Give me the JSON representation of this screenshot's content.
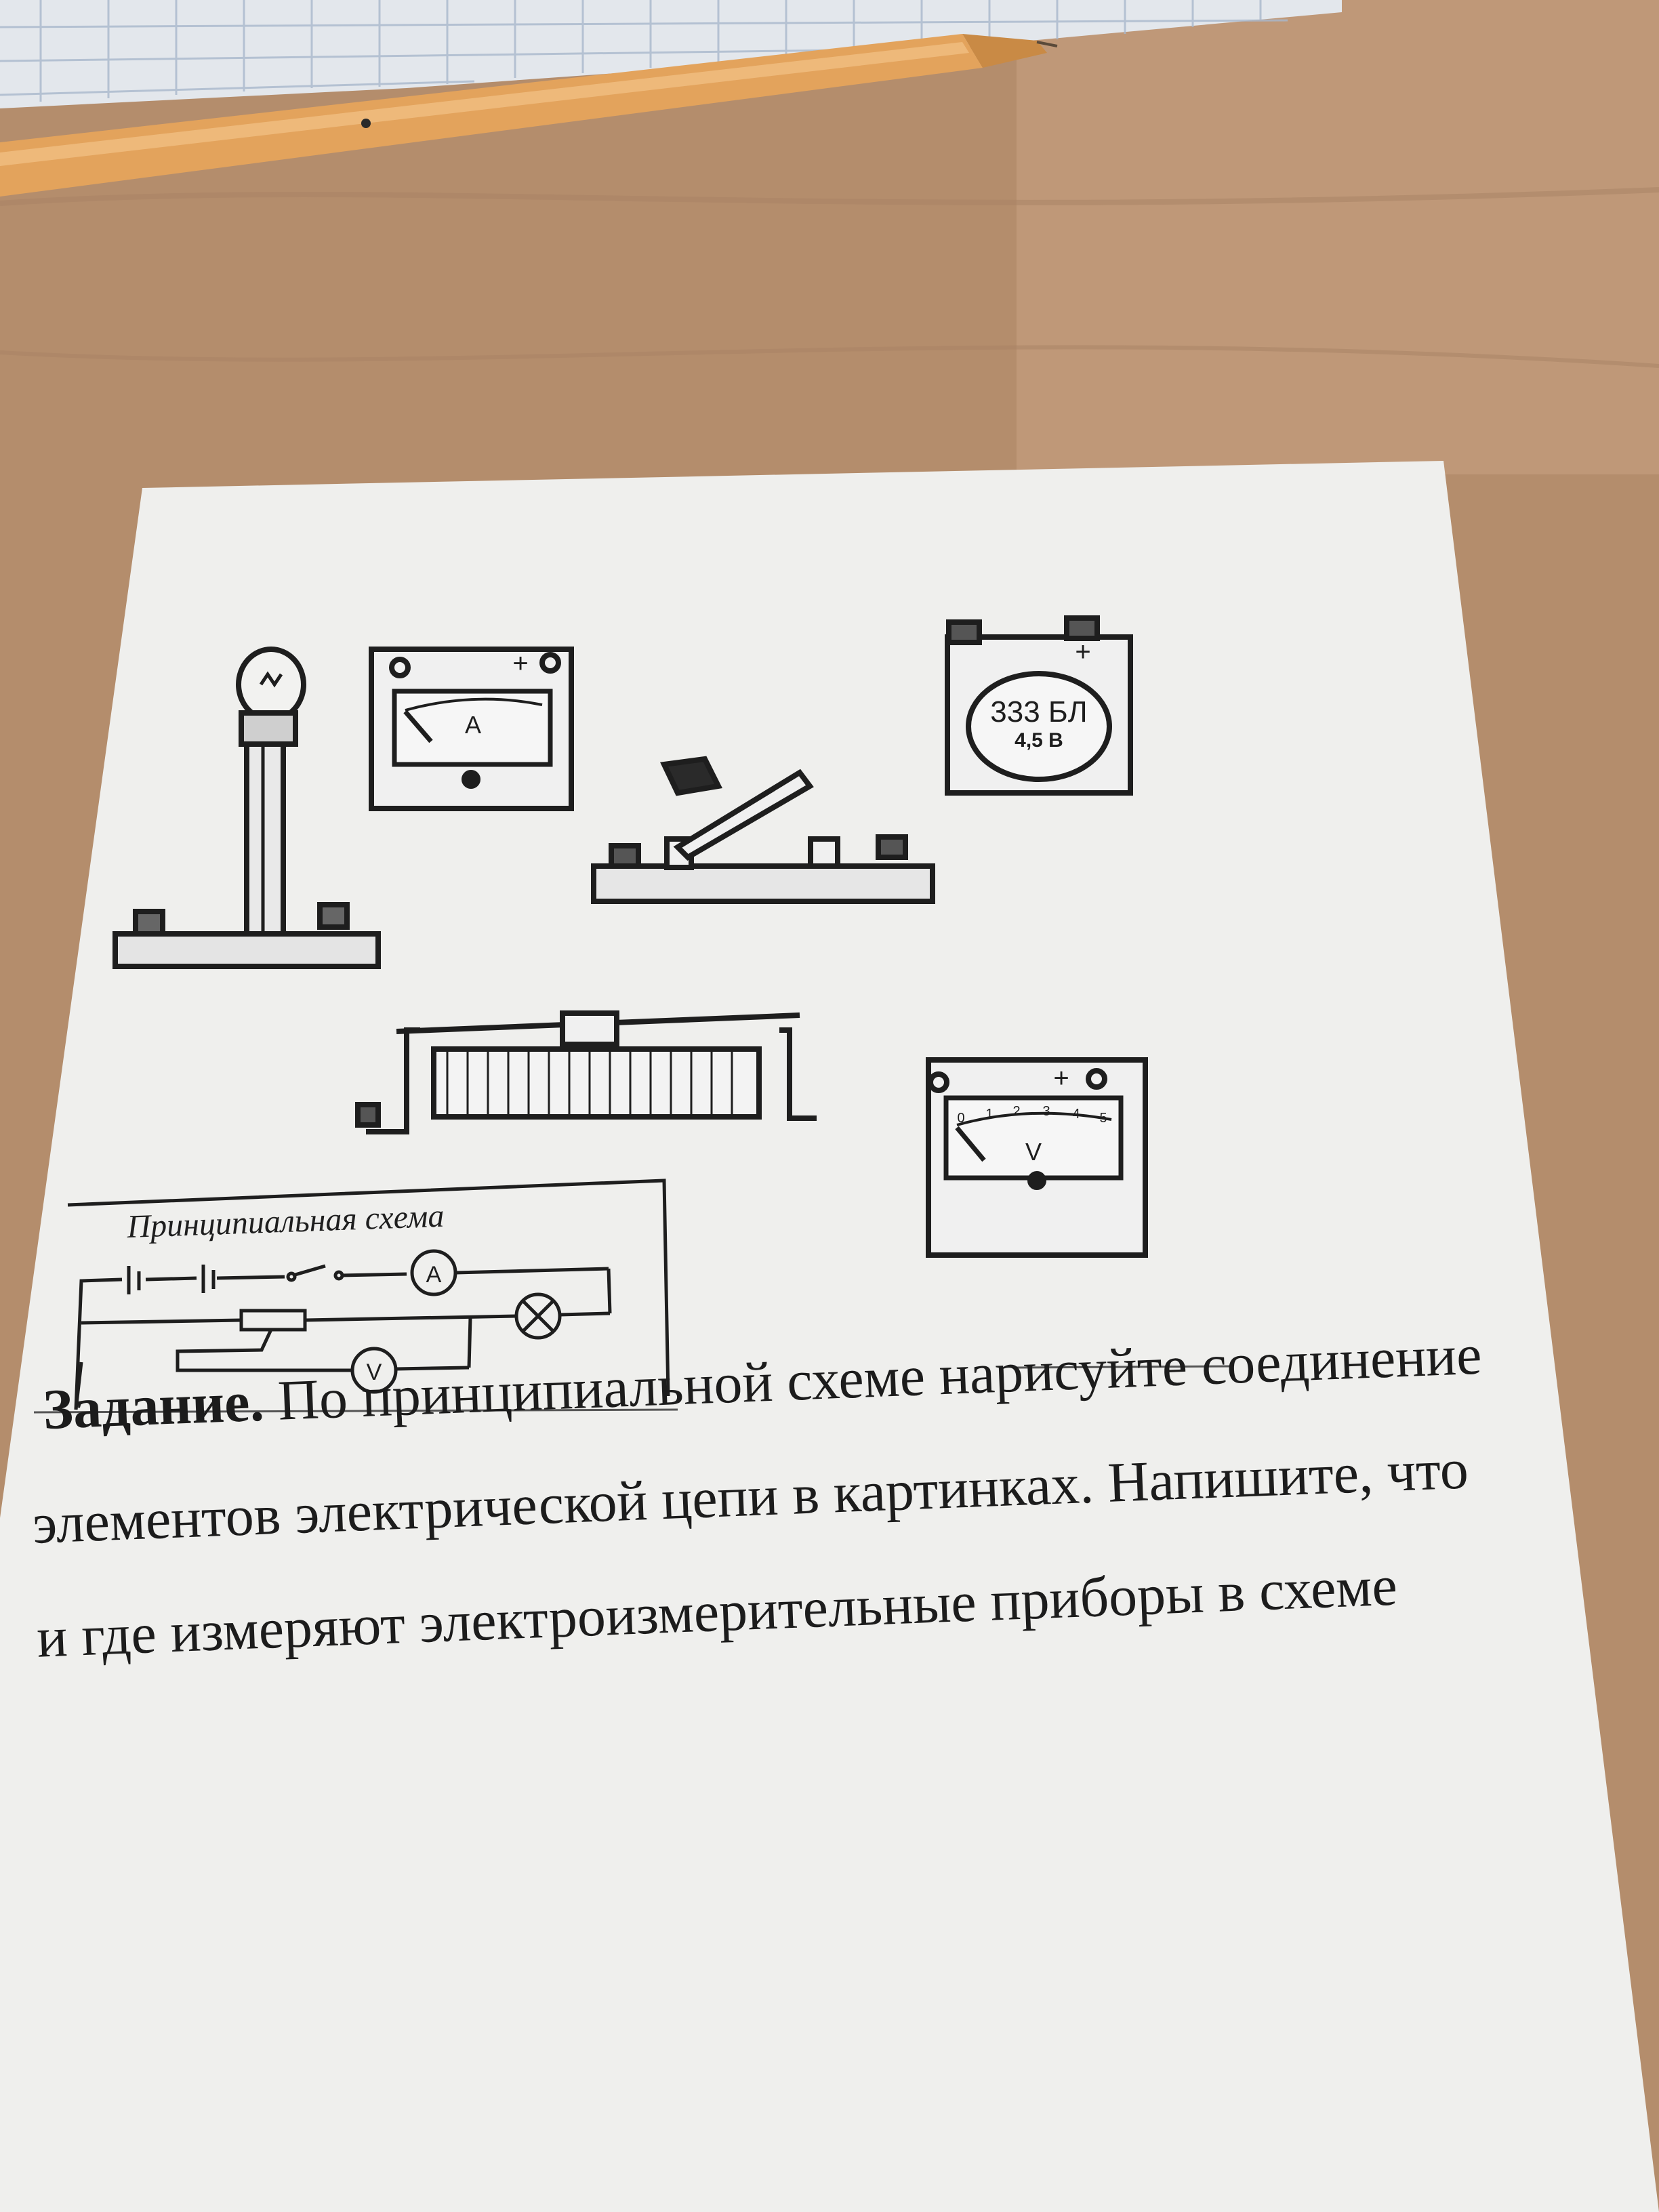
{
  "diagram": {
    "battery_label_line1": "333 БЛ",
    "battery_label_line2": "4,5 В",
    "ammeter_letter": "A",
    "voltmeter_letter": "V",
    "scheme_title": "Принципиальная схема",
    "scheme_ammeter": "A",
    "scheme_voltmeter": "V",
    "voltmeter_scale": [
      "0",
      "1",
      "2",
      "3",
      "4",
      "5"
    ],
    "battery_plus": "+",
    "ammeter_plus": "+",
    "voltmeter_plus": "+"
  },
  "task": {
    "label": "Задание.",
    "line1_rest": " По принципиальной схеме нарисуйте соединение",
    "line2": "элементов  электрической цепи в картинках. Напишите, что",
    "line3": "и где измеряют электроизмерительные приборы в схеме"
  }
}
